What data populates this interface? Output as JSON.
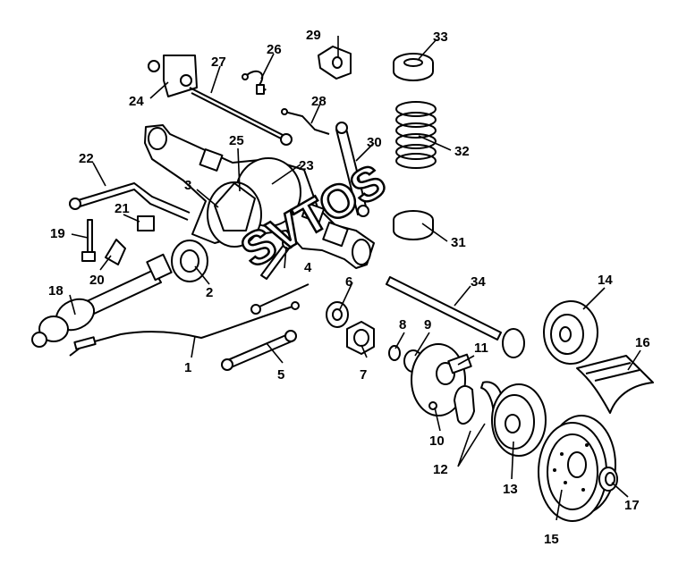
{
  "labels": {
    "p1": "1",
    "p2": "2",
    "p3": "3",
    "p4": "4",
    "p5": "5",
    "p6": "6",
    "p7": "7",
    "p8": "8",
    "p9": "9",
    "p10": "10",
    "p11": "11",
    "p12": "12",
    "p13": "13",
    "p14": "14",
    "p15": "15",
    "p16": "16",
    "p17": "17",
    "p18": "18",
    "p19": "19",
    "p20": "20",
    "p21": "21",
    "p22": "22",
    "p23": "23",
    "p24": "24",
    "p25": "25",
    "p26": "26",
    "p27": "27",
    "p28": "28",
    "p29": "29",
    "p30": "30",
    "p31": "31",
    "p32": "32",
    "p33": "33",
    "p34": "34"
  },
  "watermark": {
    "text": "SVTOS"
  }
}
